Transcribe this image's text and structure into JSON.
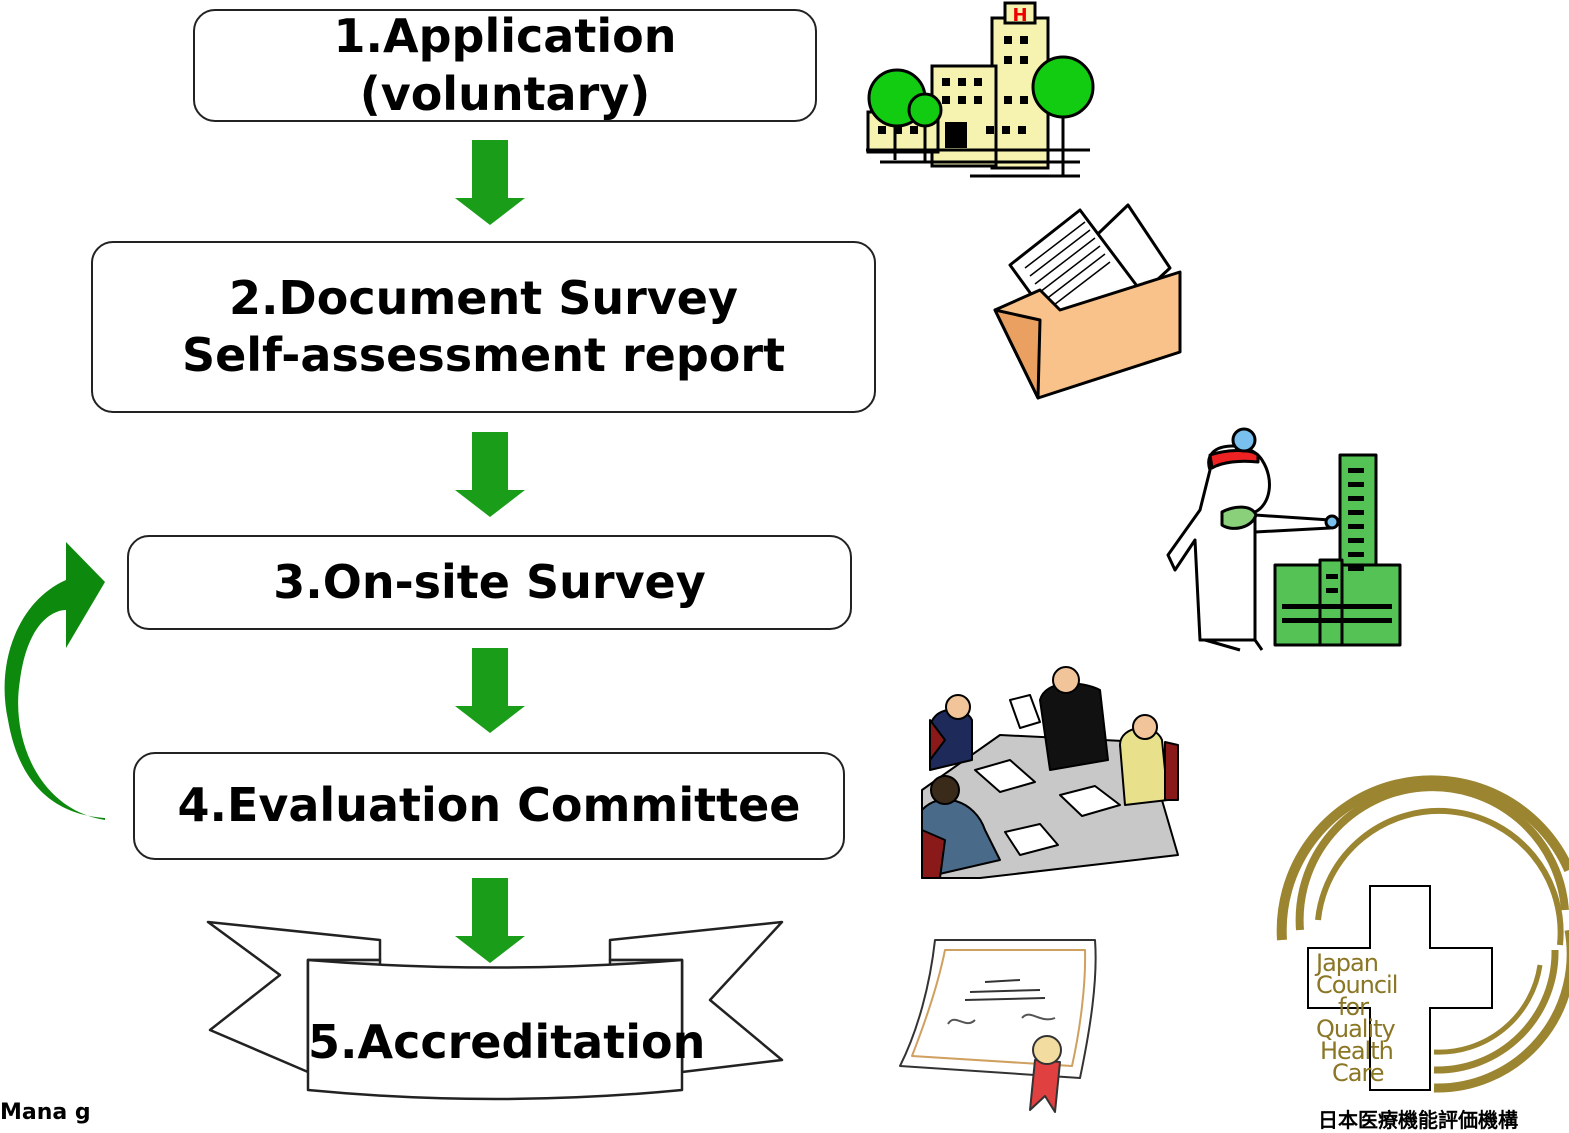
{
  "steps": [
    {
      "lines": [
        "1.Application (voluntary)"
      ]
    },
    {
      "lines": [
        "2.Document Survey",
        "Self-assessment report"
      ]
    },
    {
      "lines": [
        "3.On-site Survey"
      ]
    },
    {
      "lines": [
        "4.Evaluation Committee"
      ]
    },
    {
      "lines": [
        "5.Accreditation"
      ]
    }
  ],
  "logo": {
    "lines": [
      "Japan",
      "Council",
      "for",
      "Quality",
      "Health",
      "Care"
    ],
    "japanese_name": "日本医療機能評価機構"
  },
  "footer": {
    "partial_text": "Mana  g"
  },
  "icons": {
    "step1": "hospital-icon",
    "step2": "document-folder-icon",
    "step3": "doctor-examining-building-icon",
    "step4": "committee-meeting-icon",
    "step5": "certificate-icon"
  },
  "colors": {
    "arrow": "#1a9e1a",
    "loop_arrow": "#0d8a0d",
    "logo_gold": "#9c8530",
    "hospital_fill": "#f6f3b0",
    "tree": "#11cc11",
    "folder": "#f9c28a",
    "building_green": "#55c255"
  }
}
